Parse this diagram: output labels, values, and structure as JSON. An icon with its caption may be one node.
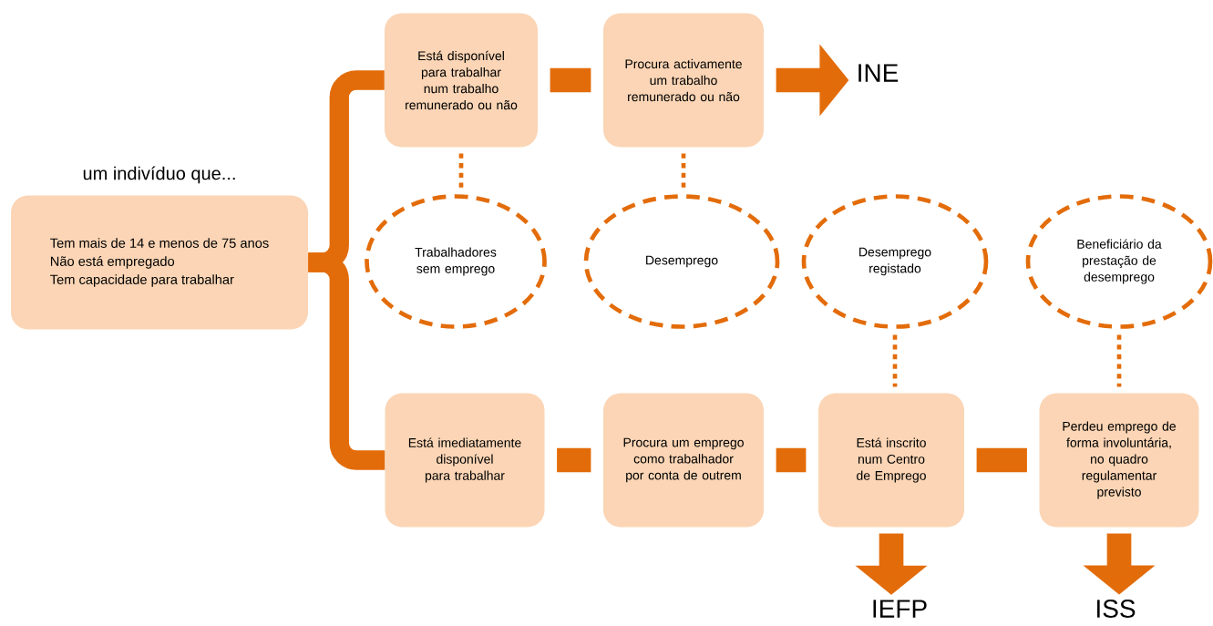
{
  "diagram": {
    "nodes": [
      {
        "text": [
          "um indivíduo que...",
          "Tem mais de 14 e menos de 75 anos",
          "Não está empregado",
          "Tem capacidade para trabalhar"
        ]
      },
      {
        "text": [
          "Está disponível para trabalhar num trabalho remunerado ou não"
        ]
      },
      {
        "text": [
          "Procura activamente um trabalho remunerado ou não"
        ]
      },
      {
        "text": [
          "INE"
        ]
      },
      {
        "text": [
          "Trabalhadores sem emprego"
        ]
      },
      {
        "text": [
          "Desemprego"
        ]
      },
      {
        "text": [
          "Desemprego registado"
        ]
      },
      {
        "text": [
          "Beneficiário da prestação de desemprego"
        ]
      },
      {
        "text": [
          "Está imediatamente disponível para trabalhar"
        ]
      },
      {
        "text": [
          "Procura um emprego como trabalhador por conta de outrem"
        ]
      },
      {
        "text": [
          "Está inscrito num Centro de Emprego"
        ]
      },
      {
        "text": [
          "Perdeu emprego de forma involuntária, no quadro regulamentar previsto"
        ]
      },
      {
        "text": [
          "IEFP"
        ]
      },
      {
        "text": [
          "ISS"
        ]
      }
    ],
    "edges": [
      {
        "from": 0,
        "to": 1,
        "arrow": "none"
      },
      {
        "from": 0,
        "to": 8,
        "arrow": "none"
      },
      {
        "from": 1,
        "to": 2,
        "arrow": "none"
      },
      {
        "from": 2,
        "to": 3,
        "arrow": "to"
      },
      {
        "from": 1,
        "to": 4,
        "arrow": "none",
        "style": "dashed"
      },
      {
        "from": 2,
        "to": 5,
        "arrow": "none",
        "style": "dashed"
      },
      {
        "from": 8,
        "to": 9,
        "arrow": "none"
      },
      {
        "from": 9,
        "to": 10,
        "arrow": "none"
      },
      {
        "from": 10,
        "to": 11,
        "arrow": "none"
      },
      {
        "from": 6,
        "to": 10,
        "arrow": "none",
        "style": "dashed"
      },
      {
        "from": 7,
        "to": 11,
        "arrow": "none",
        "style": "dashed"
      },
      {
        "from": 10,
        "to": 12,
        "arrow": "to"
      },
      {
        "from": 11,
        "to": 13,
        "arrow": "to"
      }
    ]
  }
}
